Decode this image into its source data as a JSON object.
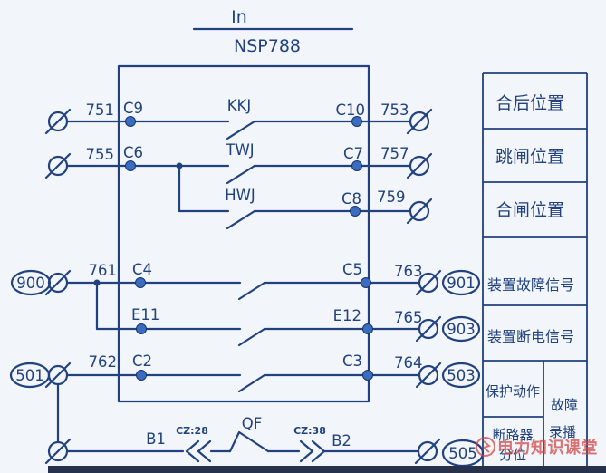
{
  "palette": {
    "ink": "#21427f",
    "pin_dot": "#3a6cc0",
    "paper": "#f2f5f9",
    "watermark_red": "#d14040",
    "scan_strip": "#27324a"
  },
  "device_header": {
    "numerator": "In",
    "denominator": "NSP788"
  },
  "relay_rows": {
    "r1": {
      "left_no": "751",
      "left_pin": "C9",
      "contact": "KKJ",
      "right_pin": "C10",
      "right_no": "753"
    },
    "r2": {
      "left_no": "755",
      "left_pin": "C6",
      "contact": "TWJ",
      "right_pin": "C7",
      "right_no": "757"
    },
    "r3": {
      "contact": "HWJ",
      "right_pin": "C8",
      "right_no": "759"
    },
    "r4": {
      "left_bus": "900",
      "left_no": "761",
      "left_pin": "C4",
      "right_pin": "C5",
      "right_no": "763",
      "right_bus": "901"
    },
    "r5": {
      "left_pin": "E11",
      "right_pin": "E12",
      "right_no": "765",
      "right_bus": "903"
    },
    "r6": {
      "left_bus": "501",
      "left_no": "762",
      "left_pin": "C2",
      "right_pin": "C3",
      "right_no": "764",
      "right_bus": "503"
    }
  },
  "breaker_row": {
    "b1": "B1",
    "plug_left": "CZ:28",
    "contact": "QF",
    "plug_right": "CZ:38",
    "b2": "B2",
    "bus": "505"
  },
  "signal_table": {
    "position_cells": [
      "合后位置",
      "跳闸位置",
      "合闸位置"
    ],
    "signal_cells": [
      "装置故障信号",
      "装置断电信号"
    ],
    "protection_cell": "保护动作",
    "breaker_cell": [
      "断路器",
      "分位"
    ],
    "fault_cell": [
      "故障",
      "录播"
    ]
  },
  "watermark": {
    "text": "电力知识课堂"
  }
}
